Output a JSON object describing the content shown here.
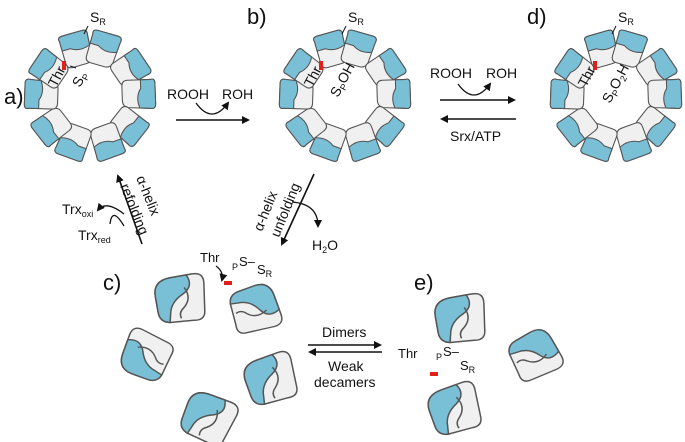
{
  "panels": {
    "a": "a)",
    "b": "b)",
    "c": "c)",
    "d": "d)",
    "e": "e)"
  },
  "colors": {
    "blue": "#79bfd6",
    "white": "#f0f0f0",
    "outline": "#555555",
    "red": "#e0201a"
  },
  "labels": {
    "thr": "Thr",
    "s_r": "S",
    "s_r_sub": "R",
    "s_p": "S",
    "s_p_sub": "P",
    "b_oh": "OH",
    "d_o2h_o": "O",
    "d_o2h_2": "2",
    "d_o2h_h": "H",
    "p_prefix": "P",
    "s_dash": "S–",
    "s_bond": "S",
    "r_sub": "R"
  },
  "reactions": {
    "ab_reactant": "ROOH",
    "ab_product": "ROH",
    "bd_reactant": "ROOH",
    "bd_product": "ROH",
    "db_label": "Srx/ATP",
    "bc_line1": "α-helix",
    "bc_line2": "unfolding",
    "bc_product": "H",
    "bc_product_sub": "2",
    "bc_product_end": "O",
    "ca_line1": "α-helix",
    "ca_line2": "refolding",
    "trx_oxi": "Trx",
    "trx_oxi_sub": "oxi",
    "trx_red": "Trx",
    "trx_red_sub": "red",
    "ce_top": "Dimers",
    "ec_line1": "Weak",
    "ec_line2": "decamers"
  }
}
